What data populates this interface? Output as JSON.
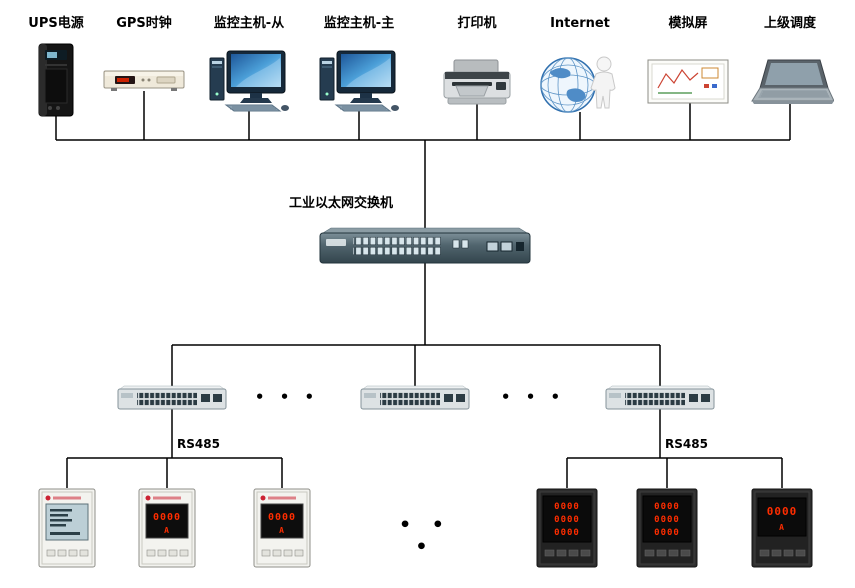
{
  "top_devices": [
    {
      "label": "UPS电源"
    },
    {
      "label": "GPS时钟"
    },
    {
      "label": "监控主机-从"
    },
    {
      "label": "监控主机-主"
    },
    {
      "label": "打印机"
    },
    {
      "label": "Internet"
    },
    {
      "label": "模拟屏"
    },
    {
      "label": "上级调度"
    }
  ],
  "core_switch": {
    "label": "工业以太网交换机"
  },
  "bus_labels": {
    "rs485_left": "RS485",
    "rs485_right": "RS485"
  },
  "ellipsis": "• • •",
  "meter": {
    "value": "0000",
    "unit": "A",
    "rows": [
      "0000",
      "0000",
      "0000"
    ]
  }
}
